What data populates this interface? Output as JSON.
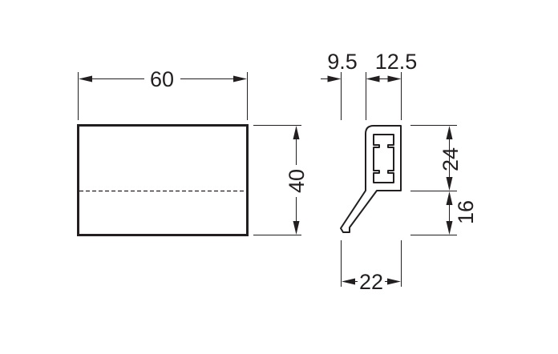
{
  "front_view": {
    "width_label": "60",
    "height_label": "40"
  },
  "side_view": {
    "top_left_label": "9.5",
    "top_right_label": "12.5",
    "upper_height_label": "24",
    "lower_height_label": "16",
    "bottom_width_label": "22"
  }
}
